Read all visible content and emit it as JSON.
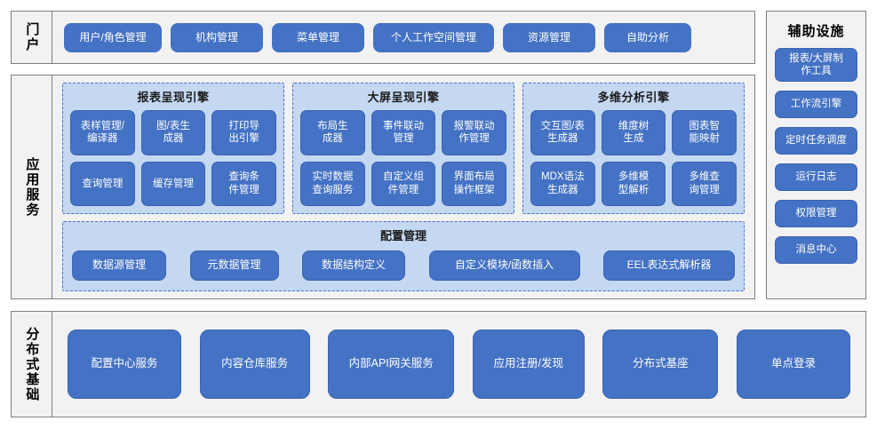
{
  "portal": {
    "band_label": "门户",
    "items": [
      {
        "label": "用户/角色管理",
        "size": "pw1"
      },
      {
        "label": "机构管理",
        "size": "pw2"
      },
      {
        "label": "菜单管理",
        "size": "pw2"
      },
      {
        "label": "个人工作空间管理",
        "size": "pw3"
      },
      {
        "label": "资源管理",
        "size": "pw2"
      },
      {
        "label": "自助分析",
        "size": "pw4"
      }
    ]
  },
  "app_services": {
    "band_label": "应用服务",
    "engines": [
      {
        "title": "报表呈现引擎",
        "modules": [
          "表样管理/\n编译器",
          "图/表生\n成器",
          "打印导\n出引擎",
          "查询管理",
          "缓存管理",
          "查询条\n件管理"
        ]
      },
      {
        "title": "大屏呈现引擎",
        "modules": [
          "布局生\n成器",
          "事件联动\n管理",
          "报警联动\n作管理",
          "实时数据\n查询服务",
          "自定义组\n件管理",
          "界面布局\n操作框架"
        ]
      },
      {
        "title": "多维分析引擎",
        "modules": [
          "交互图/表\n生成器",
          "维度树\n生成",
          "图表智\n能映射",
          "MDX语法\n生成器",
          "多维模\n型解析",
          "多维查\n询管理"
        ]
      }
    ],
    "config": {
      "title": "配置管理",
      "items": [
        {
          "label": "数据源管理",
          "size": "cw1"
        },
        {
          "label": "元数据管理",
          "size": "cw2"
        },
        {
          "label": "数据结构定义",
          "size": "cw3"
        },
        {
          "label": "自定义模块/函数插入",
          "size": "cw4"
        },
        {
          "label": "EEL表达式解析器",
          "size": "cw5"
        }
      ]
    }
  },
  "aux": {
    "title": "辅助设施",
    "items": [
      {
        "label": "报表/大屏制\n作工具",
        "tall": true
      },
      {
        "label": "工作流引擎",
        "tall": false
      },
      {
        "label": "定时任务调度",
        "tall": false
      },
      {
        "label": "运行日志",
        "tall": false
      },
      {
        "label": "权限管理",
        "tall": false
      },
      {
        "label": "消息中心",
        "tall": false
      }
    ]
  },
  "distributed": {
    "band_label": "分布式基础",
    "items": [
      {
        "label": "配置中心服务",
        "size": "dw1"
      },
      {
        "label": "内容仓库服务",
        "size": "dw2"
      },
      {
        "label": "内部API网关服务",
        "size": "dw3"
      },
      {
        "label": "应用注册/发现",
        "size": "dw4"
      },
      {
        "label": "分布式基座",
        "size": "dw5"
      },
      {
        "label": "单点登录",
        "size": "dw6"
      }
    ]
  },
  "colors": {
    "chip_blue": "#4472C4",
    "engine_fill": "#C5D8F2",
    "panel_fill": "#F2F2F2",
    "panel_border": "#7F7F7F"
  }
}
